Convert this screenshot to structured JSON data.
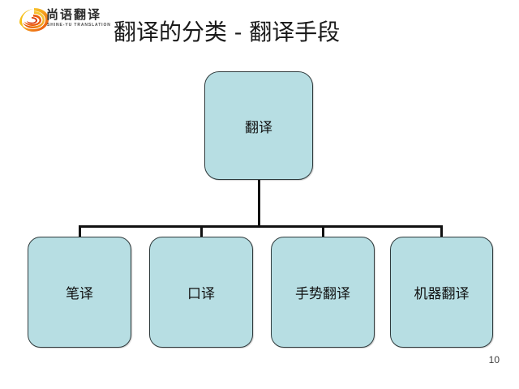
{
  "slide": {
    "title": "翻译的分类 - 翻译手段",
    "page_number": "10",
    "background_color": "#ffffff"
  },
  "logo": {
    "icon_name": "shineyu-swirl-logo",
    "chinese_name": "尚语翻译",
    "english_name": "SHINE-YU TRANSLATION",
    "colors": {
      "swirl_outer": "#f3d11a",
      "swirl_mid": "#f5a623",
      "swirl_inner": "#e8450f"
    }
  },
  "diagram": {
    "type": "tree",
    "node_fill": "#b7dee3",
    "node_border": "#2f3b3d",
    "connector_color": "#111111",
    "root": {
      "id": "root",
      "label": "翻译"
    },
    "children": [
      {
        "id": "leaf-0",
        "label": "笔译"
      },
      {
        "id": "leaf-1",
        "label": "口译"
      },
      {
        "id": "leaf-2",
        "label": "手势翻译"
      },
      {
        "id": "leaf-3",
        "label": "机器翻译"
      }
    ]
  }
}
